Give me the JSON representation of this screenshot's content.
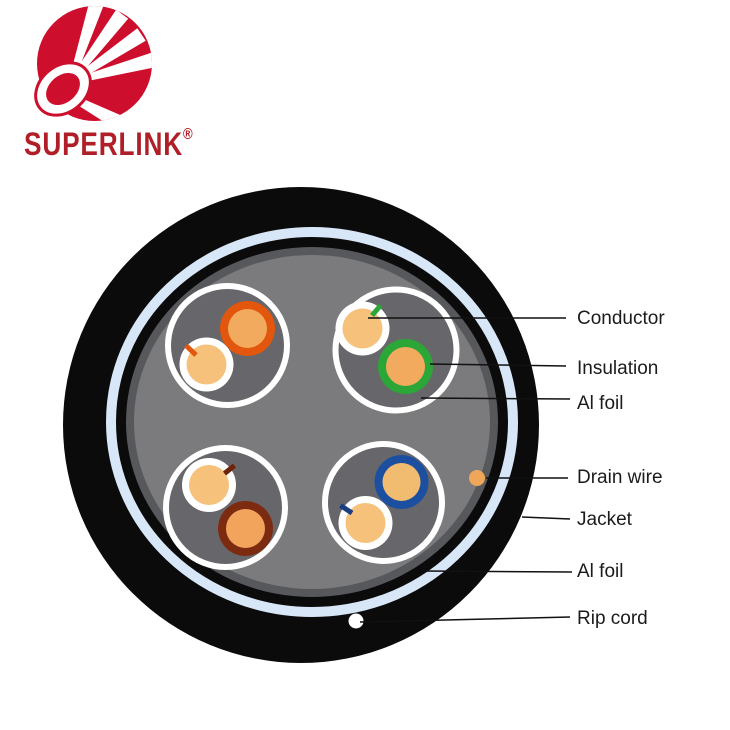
{
  "brand": {
    "name": "SUPERLINK",
    "registered": "®",
    "logo_icon": "superlink-cable-ball",
    "brand_red": "#CE0E2D",
    "text_red": "#B01F28"
  },
  "diagram": {
    "description": "Cross-section of shielded 4-pair cable",
    "callouts": [
      {
        "label": "Conductor"
      },
      {
        "label": "Insulation"
      },
      {
        "label": "Al foil"
      },
      {
        "label": "Drain wire"
      },
      {
        "label": "Jacket"
      },
      {
        "label": "Al foil"
      },
      {
        "label": "Rip cord"
      }
    ],
    "colors": {
      "jacket": "#0B0B0B",
      "al_foil_outer": "#D7E7F7",
      "inner_wrap_dark": "#57585C",
      "filler_gray": "#7B7B7D",
      "pair_fill_gray": "#67676B",
      "pair_shield_white": "#FFFFFF",
      "conductor_copper": "#F5C17B",
      "conductor_copper_deep": "#F2AA5F",
      "drain_wire": "#EFA659",
      "rip_cord": "#FFFFFF",
      "callout_line": "#111111"
    },
    "pairs": [
      {
        "name": "orange-pair",
        "position": "top-left",
        "solid_hex": "#E2560E",
        "tick_hex": "#E2560E"
      },
      {
        "name": "green-pair",
        "position": "top-right",
        "solid_hex": "#2BA637",
        "tick_hex": "#2BA637"
      },
      {
        "name": "brown-pair",
        "position": "bottom-left",
        "solid_hex": "#7C2B10",
        "tick_hex": "#6E2408"
      },
      {
        "name": "blue-pair",
        "position": "bottom-right",
        "solid_hex": "#1D4FA1",
        "tick_hex": "#1A3F80"
      }
    ]
  }
}
